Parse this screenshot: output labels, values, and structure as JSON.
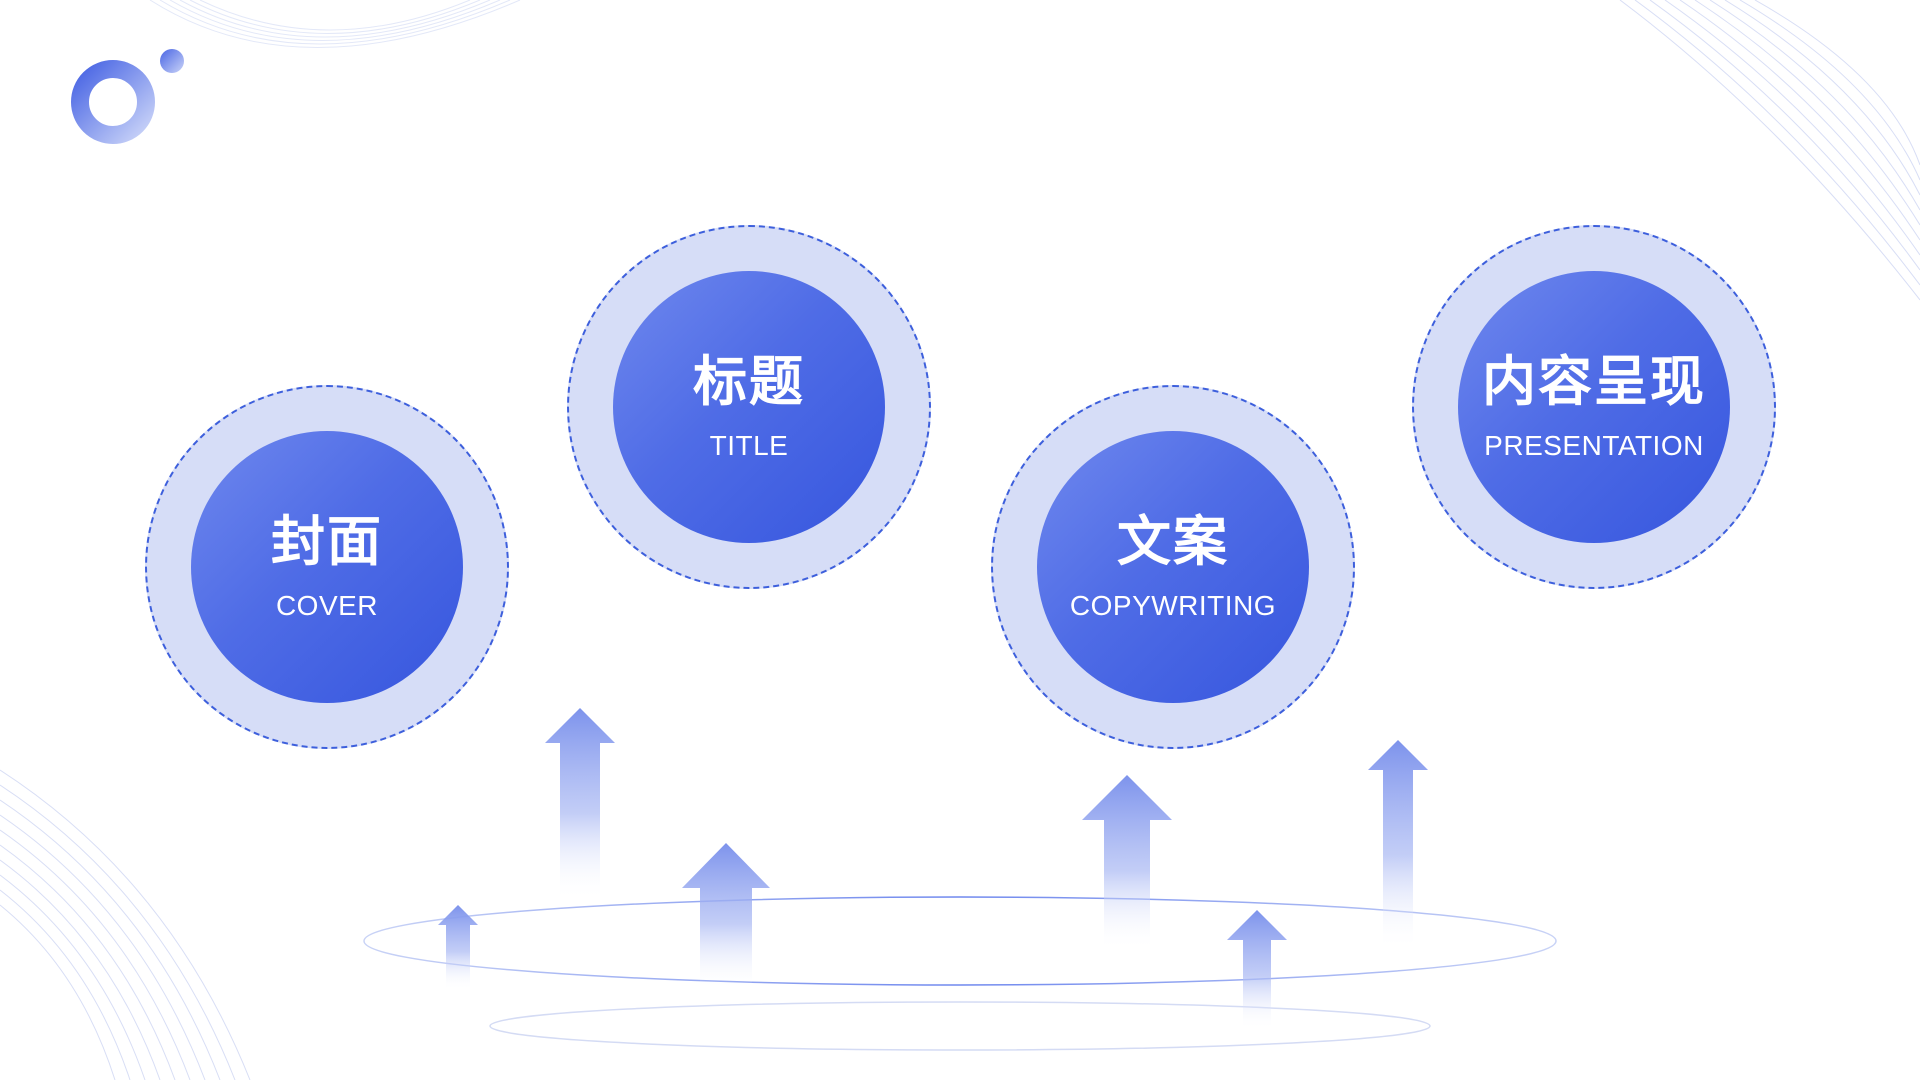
{
  "items": [
    {
      "title": "封面",
      "subtitle": "COVER"
    },
    {
      "title": "标题",
      "subtitle": "TITLE"
    },
    {
      "title": "文案",
      "subtitle": "COPYWRITING"
    },
    {
      "title": "内容呈现",
      "subtitle": "PRESENTATION"
    }
  ],
  "colors": {
    "ring_fill": "#d6ddf7",
    "ring_border": "#3d5fdc",
    "circle_top": "#6f88ee",
    "circle_bottom": "#3656de",
    "arrow": "#8096ec",
    "text": "#ffffff"
  }
}
